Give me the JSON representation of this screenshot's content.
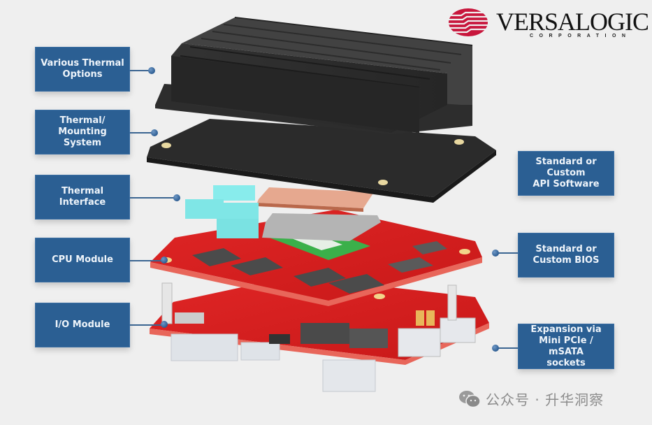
{
  "brand": {
    "name": "VersaLogic",
    "name_display": "VERSALOGIC",
    "subtitle": "CORPORATION",
    "logo_color": "#c8163c"
  },
  "colors": {
    "label_box": "#2b5f93",
    "label_text": "#eef4fa",
    "background": "#efefef",
    "pcb_red": "#d61f1f",
    "heatsink": "#2a2a2a",
    "copper": "#e0a088",
    "thermal_pad": "#7fe6e6",
    "cpu_die": "#3bb04a"
  },
  "left_labels": [
    {
      "id": "various-thermal-options",
      "lines": [
        "Various Thermal",
        "Options"
      ]
    },
    {
      "id": "thermal-mounting-system",
      "lines": [
        "Thermal/",
        "Mounting System"
      ]
    },
    {
      "id": "thermal-interface",
      "lines": [
        "Thermal Interface"
      ]
    },
    {
      "id": "cpu-module",
      "lines": [
        "CPU Module"
      ]
    },
    {
      "id": "io-module",
      "lines": [
        "I/O Module"
      ]
    }
  ],
  "right_labels": [
    {
      "id": "api-software",
      "lines": [
        "Standard or Custom",
        "API Software"
      ]
    },
    {
      "id": "custom-bios",
      "lines": [
        "Standard or",
        "Custom BIOS"
      ]
    },
    {
      "id": "expansion",
      "lines": [
        "Expansion via",
        "Mini PCIe / mSATA",
        "sockets"
      ]
    }
  ],
  "components": [
    "Heatsink",
    "Heat spreader plate",
    "Thermal pads",
    "Copper shim",
    "CPU module PCB",
    "I/O module PCB"
  ],
  "watermark": {
    "icon": "wechat-icon",
    "text": "公众号 · 升华洞察"
  }
}
